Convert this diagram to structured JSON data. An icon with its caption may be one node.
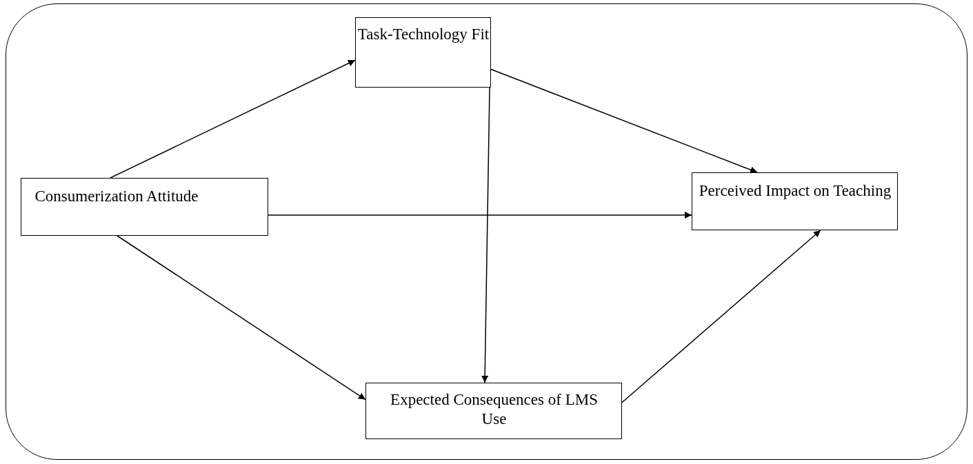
{
  "diagram": {
    "nodes": [
      {
        "text": [],
        "shape": "box"
      },
      {
        "text": [
          "Task-Technology Fit"
        ],
        "in": 0
      },
      {
        "text": [
          "Consumerization Attitude"
        ],
        "in": 0
      },
      {
        "text": [
          "Perceived Impact on Teaching"
        ],
        "in": 0
      },
      {
        "text": [
          "Expected Consequences of LMS Use"
        ],
        "in": 0
      }
    ],
    "edges": [
      {
        "from": 2,
        "to": 1,
        "arrow": "to"
      },
      {
        "from": 1,
        "to": 3,
        "arrow": "to"
      },
      {
        "from": 2,
        "to": 3,
        "arrow": "to"
      },
      {
        "from": 1,
        "to": 4,
        "arrow": "to"
      },
      {
        "from": 2,
        "to": 4,
        "arrow": "to"
      },
      {
        "from": 4,
        "to": 3,
        "arrow": "to"
      }
    ]
  }
}
